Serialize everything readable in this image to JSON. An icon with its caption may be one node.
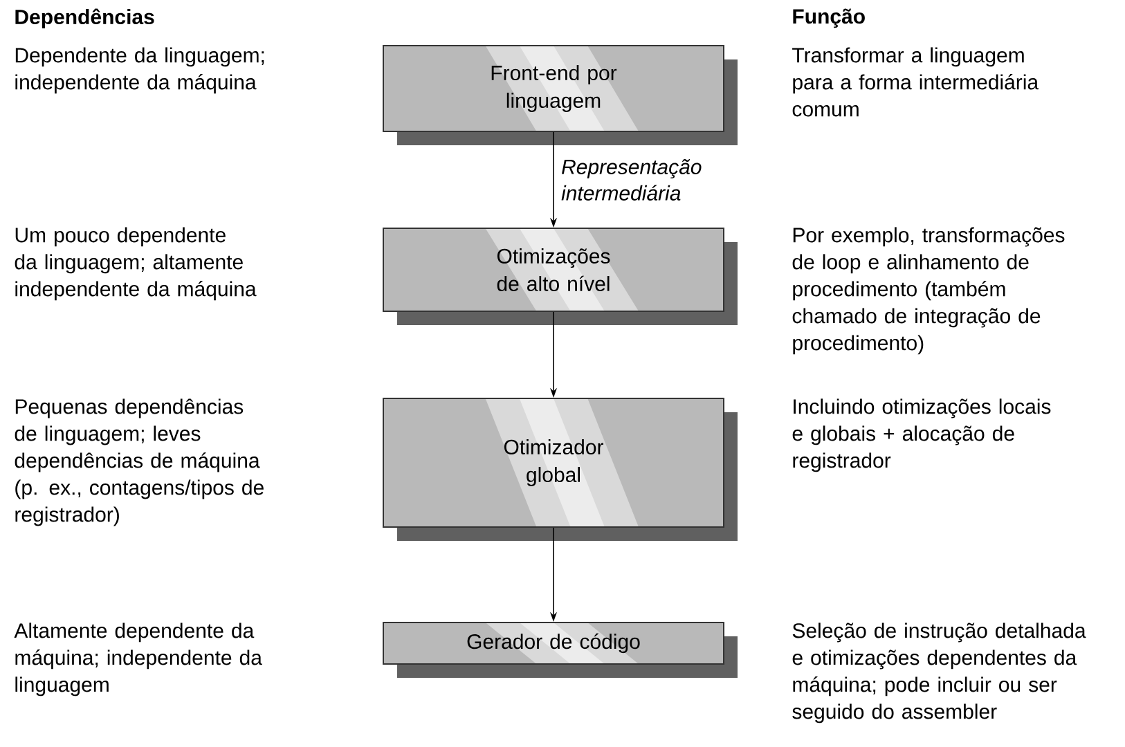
{
  "diagram": {
    "nodes": [
      {
        "text": [
          "Front-end por linguagem"
        ]
      },
      {
        "text": [
          "Otimizações de alto nível"
        ]
      },
      {
        "text": [
          "Otimizador global"
        ]
      },
      {
        "text": [
          "Gerador de código"
        ]
      }
    ],
    "edges": [
      {
        "from": 0,
        "to": 1,
        "arrow": "to",
        "label": "Representação intermediária"
      },
      {
        "from": 1,
        "to": 2,
        "arrow": "to"
      },
      {
        "from": 2,
        "to": 3,
        "arrow": "to"
      }
    ],
    "labels": [
      "Dependências",
      "Função",
      "Dependente da linguagem; independente da máquina",
      "Transformar a linguagem para a forma intermediária comum",
      "Um pouco dependente da linguagem; altamente independente da máquina",
      "Por exemplo, transformações de loop e alinhamento de  procedimento (também chamado de integração de procedimento)",
      "Pequenas dependências de linguagem; leves dependências de máquina (p. ex., contagens/tipos de registrador)",
      "Incluindo otimizações locais e globais + alocação de registrador",
      "Altamente dependente da máquina; independente da linguagem",
      "Seleção de instrução detalhada e otimizações dependentes da máquina; pode incluir ou ser seguido do assembler"
    ]
  }
}
